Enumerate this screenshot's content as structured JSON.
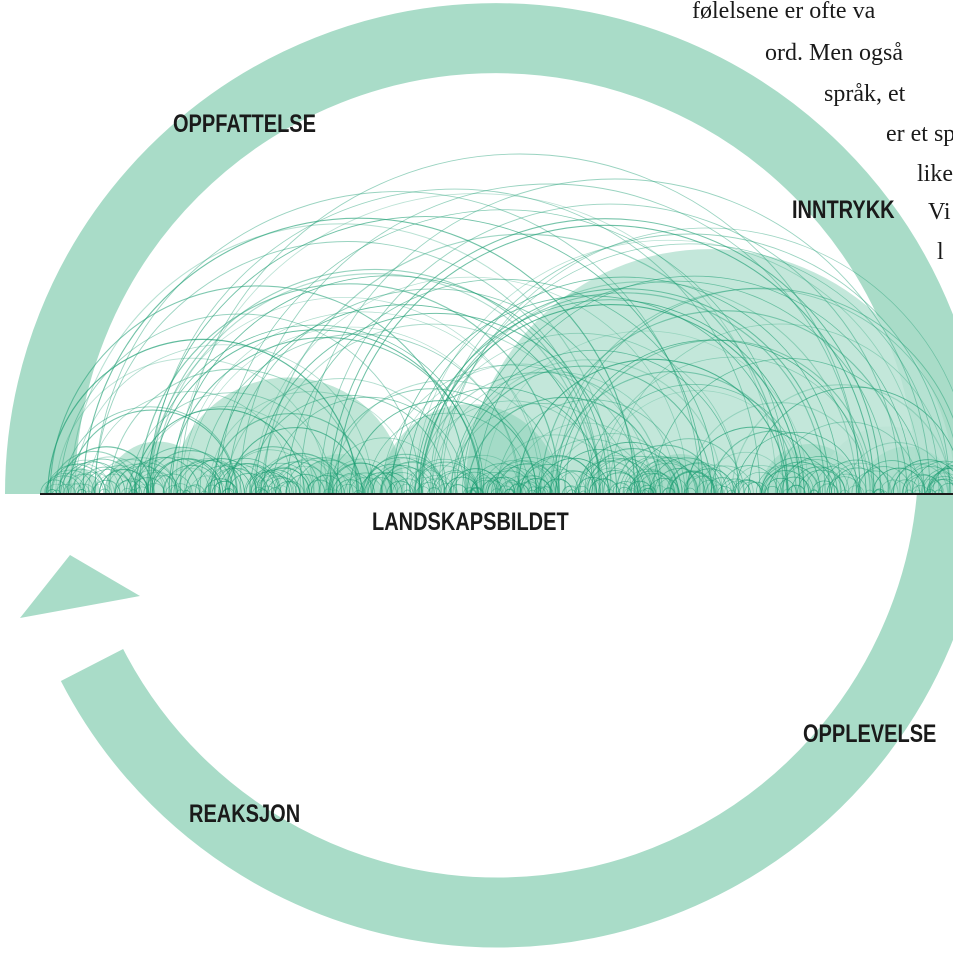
{
  "diagram": {
    "labels": {
      "oppfattelse": "OPPFATTELSE",
      "inntrykk": "INNTRYKK",
      "landskapsbildet": "LANDSKAPSBILDET",
      "opplevelse": "OPPLEVELSE",
      "reaksjon": "REAKSJON"
    },
    "colors": {
      "cycle_arrow": "#a9dcc8",
      "arc_fill_light": "#b9e3d3",
      "arc_fill_mid": "#7fcdb0",
      "arc_stroke": "#1d9e73",
      "baseline": "#1a1a1a"
    }
  },
  "body_text": {
    "lines": [
      "følelsene er ofte va",
      "ord. Men også",
      "språk, et",
      "er et sp",
      "like",
      "Vi",
      "l"
    ]
  }
}
